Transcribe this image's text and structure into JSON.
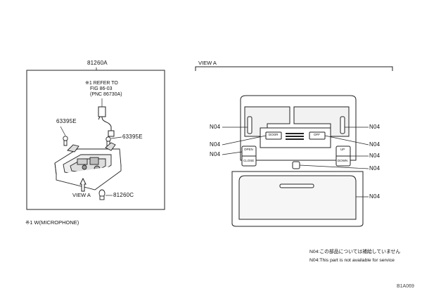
{
  "left_panel": {
    "assembly_code": "81260A",
    "note_line1": "※1 REFER TO",
    "note_line2": "FIG 86-03",
    "note_line3": "(PNC 86730A)",
    "part_left": "63395E",
    "part_right": "63395E",
    "view_label": "VIEW A",
    "bottom_part": "81260C",
    "footnote": "※1 W(MICROPHONE)"
  },
  "right_panel": {
    "view_title": "VIEW A",
    "callouts": {
      "left_top": "N04",
      "left_mid": "N04",
      "left_low": "N04",
      "right_top": "N04",
      "right_mid": "N04",
      "right_low": "N04",
      "right_knob": "N04",
      "right_bottom": "N04"
    },
    "switch_labels": {
      "open": "OPEN",
      "close": "CLOSE",
      "up": "UP",
      "down": "DOWN",
      "door": "DOOR",
      "off": "OFF"
    }
  },
  "notes": {
    "line1": "N04:この部品については補給していません",
    "line2": "N04:This part is not available for service"
  },
  "figure_id": "B1A069"
}
